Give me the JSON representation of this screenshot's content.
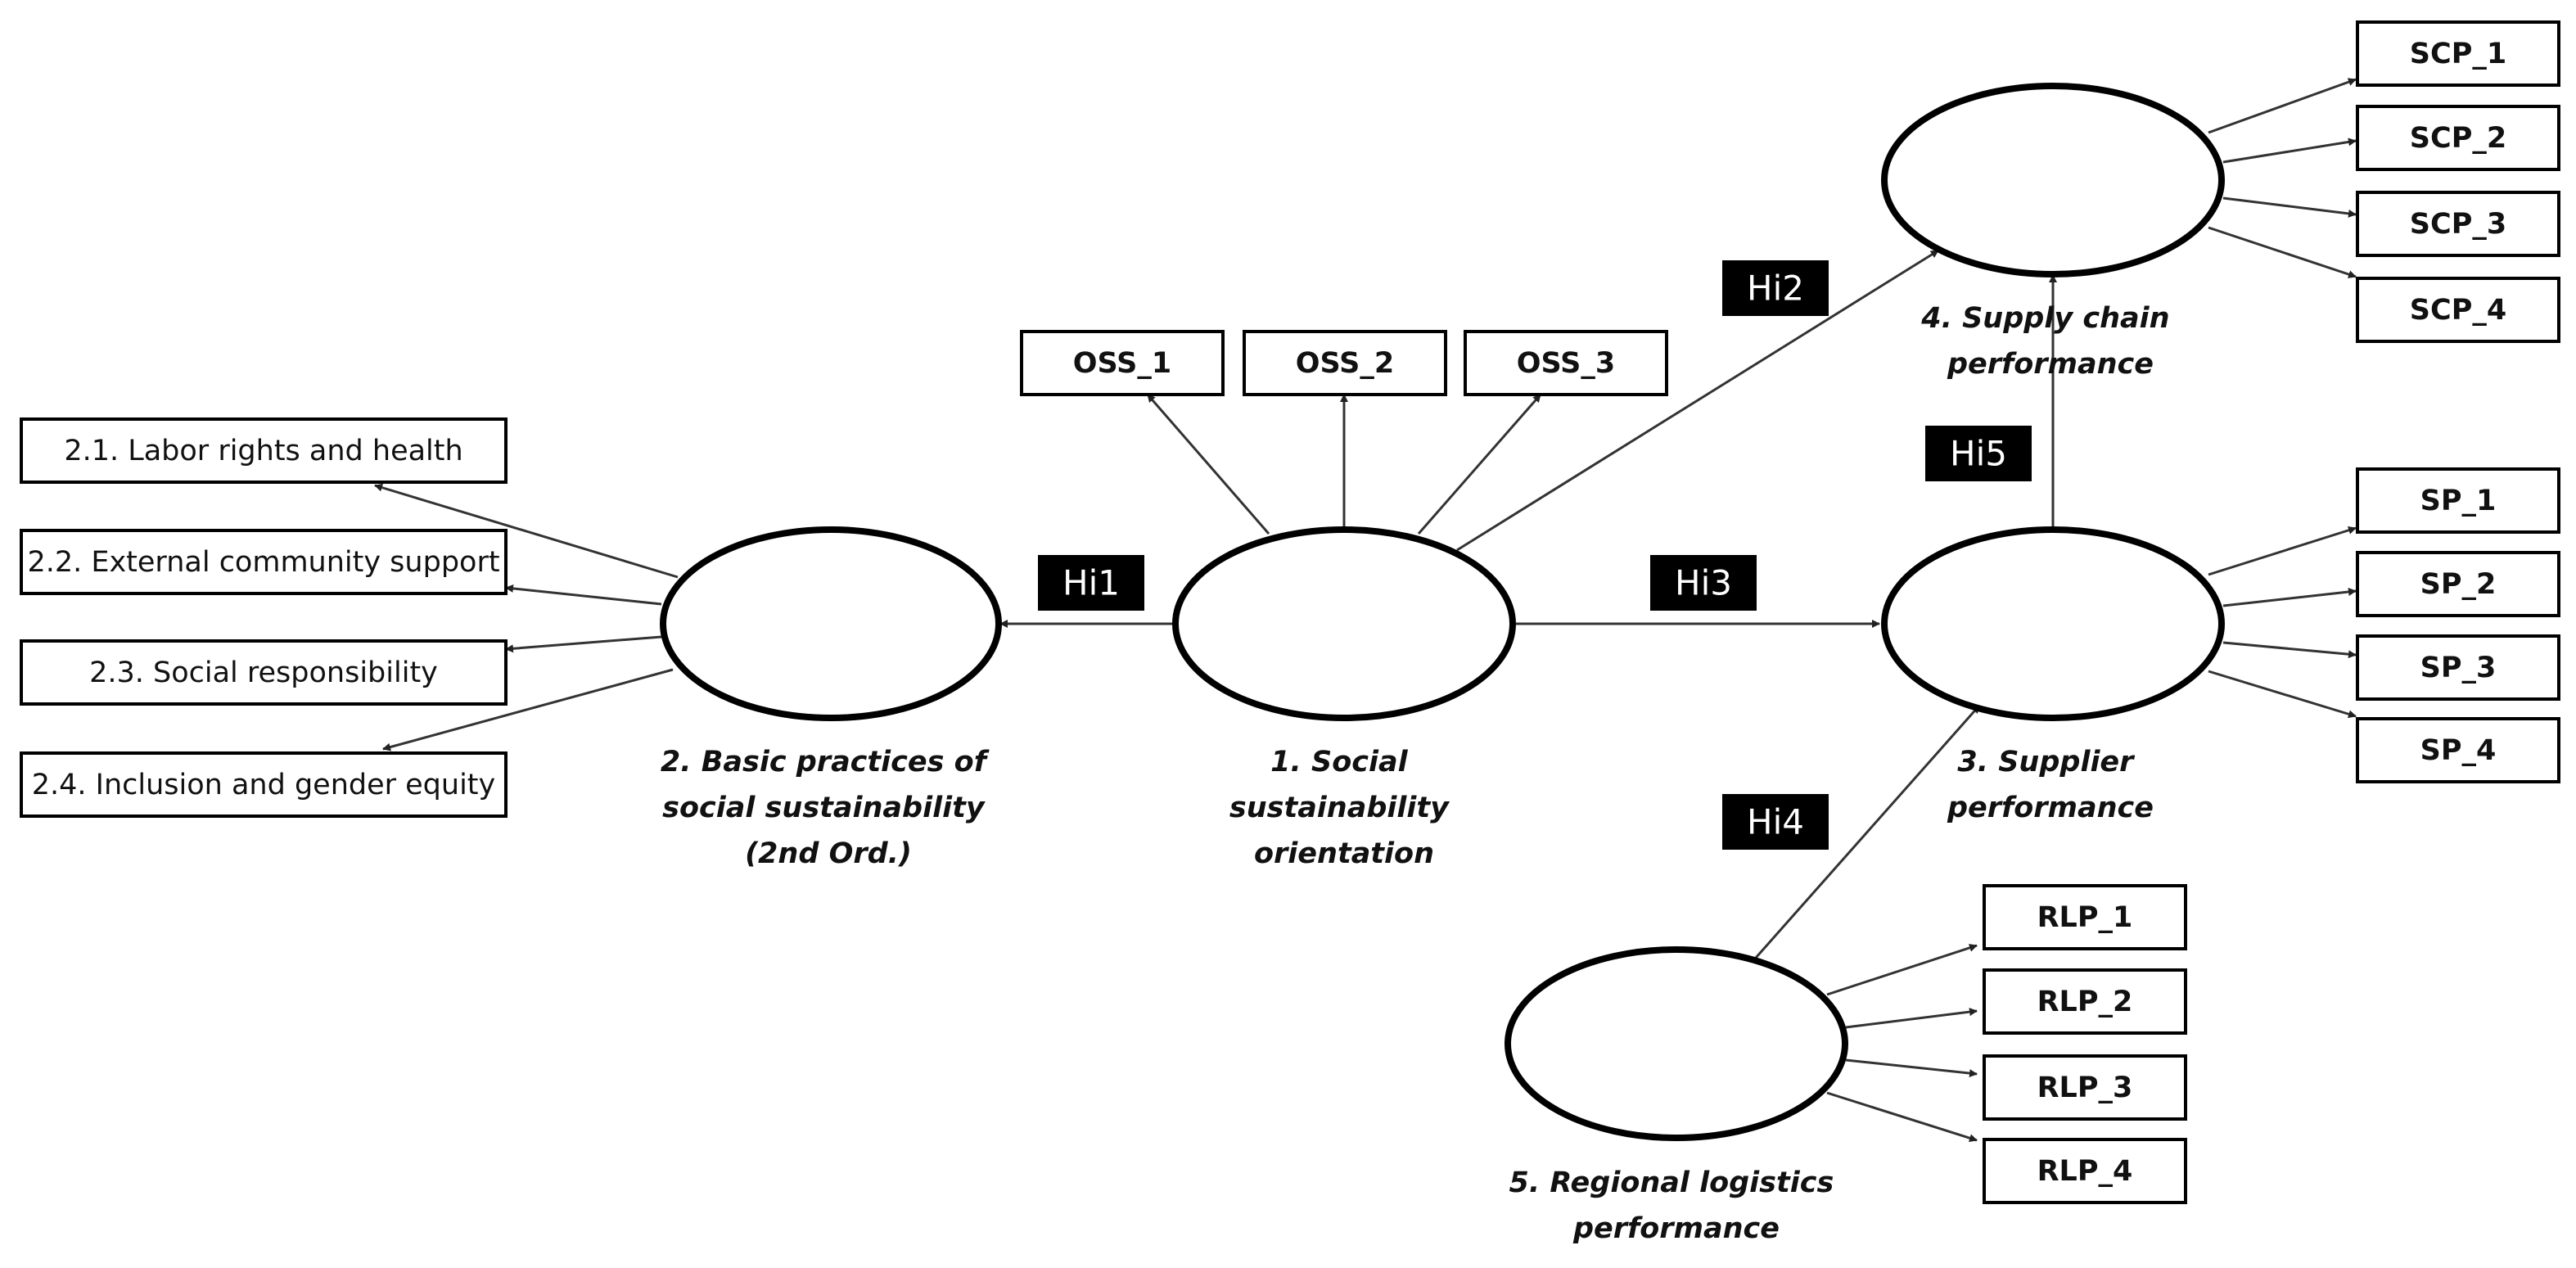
{
  "diagram": {
    "constructs": {
      "c1": [
        "1. Social",
        "sustainability",
        "orientation"
      ],
      "c2": [
        "2. Basic practices of",
        "social sustainability",
        "(2nd Ord.)"
      ],
      "c3": [
        "3. Supplier",
        "performance"
      ],
      "c4": [
        "4. Supply chain",
        "performance"
      ],
      "c5": [
        "5. Regional logistics",
        "performance"
      ]
    },
    "indicators": {
      "oss": [
        "OSS_1",
        "OSS_2",
        "OSS_3"
      ],
      "bps": [
        "2.1. Labor rights and health",
        "2.2. External community support",
        "2.3. Social responsibility",
        "2.4. Inclusion and gender equity"
      ],
      "scp": [
        "SCP_1",
        "SCP_2",
        "SCP_3",
        "SCP_4"
      ],
      "sp": [
        "SP_1",
        "SP_2",
        "SP_3",
        "SP_4"
      ],
      "rlp": [
        "RLP_1",
        "RLP_2",
        "RLP_3",
        "RLP_4"
      ]
    },
    "hypotheses": [
      "Hi1",
      "Hi2",
      "Hi3",
      "Hi4",
      "Hi5"
    ]
  }
}
